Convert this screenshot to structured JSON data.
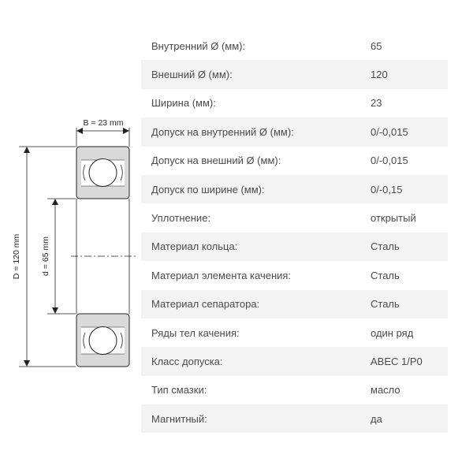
{
  "drawing": {
    "width_label": "B = 23 mm",
    "outer_label": "D = 120 mm",
    "inner_label": "d = 65 mm",
    "ring_color": "#d9d9d9",
    "line_color": "#222222"
  },
  "specs": [
    {
      "label": "Внутренний Ø (мм):",
      "value": "65"
    },
    {
      "label": "Внешний Ø (мм):",
      "value": "120"
    },
    {
      "label": "Ширина (мм):",
      "value": "23"
    },
    {
      "label": "Допуск на внутренний Ø (мм):",
      "value": "0/-0,015"
    },
    {
      "label": "Допуск на внешний Ø (мм):",
      "value": "0/-0,015"
    },
    {
      "label": "Допуск по ширине (мм):",
      "value": "0/-0,15"
    },
    {
      "label": "Уплотнение:",
      "value": "открытый"
    },
    {
      "label": "Материал кольца:",
      "value": "Сталь"
    },
    {
      "label": "Материал элемента качения:",
      "value": "Сталь"
    },
    {
      "label": "Материал сепаратора:",
      "value": "Сталь"
    },
    {
      "label": "Ряды тел качения:",
      "value": "один ряд"
    },
    {
      "label": "Класс допуска:",
      "value": "ABEC 1/P0"
    },
    {
      "label": "Тип смазки:",
      "value": "масло"
    },
    {
      "label": "Магнитный:",
      "value": "да"
    }
  ]
}
